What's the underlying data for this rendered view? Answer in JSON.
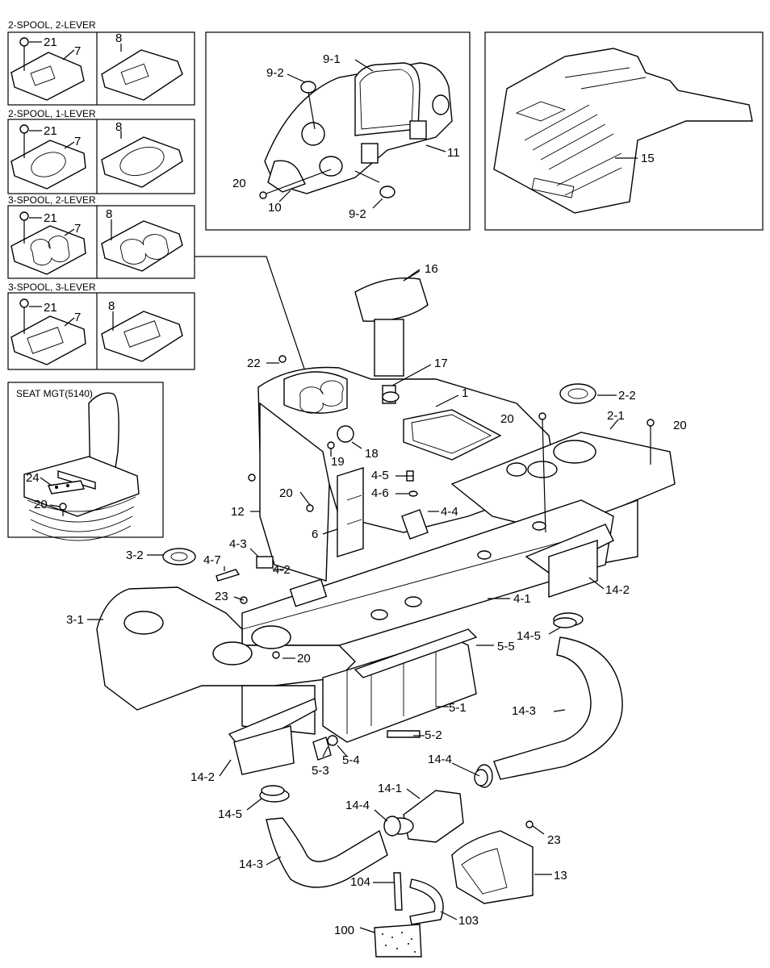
{
  "insets": {
    "spool_2_2": {
      "title": "2-SPOOL, 2-LEVER",
      "bolt": "21",
      "cover": "7",
      "gasket": "8"
    },
    "spool_2_1": {
      "title": "2-SPOOL, 1-LEVER",
      "bolt": "21",
      "cover": "7",
      "gasket": "8"
    },
    "spool_3_2": {
      "title": "3-SPOOL, 2-LEVER",
      "bolt": "21",
      "cover": "7",
      "gasket": "8"
    },
    "spool_3_3": {
      "title": "3-SPOOL, 3-LEVER",
      "bolt": "21",
      "cover": "7",
      "gasket": "8"
    },
    "seat": {
      "title": "SEAT MGT(5140)",
      "bracket": "24",
      "bolt": "20"
    }
  },
  "callouts": {
    "p9_1": "9-1",
    "p9_2a": "9-2",
    "p9_2b": "9-2",
    "p11": "11",
    "p20_dash": "20",
    "p10": "10",
    "p15": "15",
    "p16": "16",
    "p17": "17",
    "p22": "22",
    "p1": "1",
    "p2_2": "2-2",
    "p2_1": "2-1",
    "p20_r1": "20",
    "p20_r2": "20",
    "p18": "18",
    "p19": "19",
    "p4_5": "4-5",
    "p4_6": "4-6",
    "p4_4": "4-4",
    "p20_l": "20",
    "p12": "12",
    "p6": "6",
    "p4_3": "4-3",
    "p3_2": "3-2",
    "p4_7": "4-7",
    "p4_2": "4-2",
    "p14_2_r": "14-2",
    "p23_a": "23",
    "p4_1": "4-1",
    "p3_1": "3-1",
    "p14_5_r": "14-5",
    "p20_b": "20",
    "p5_5": "5-5",
    "p5_1": "5-1",
    "p14_3_r": "14-3",
    "p5_2": "5-2",
    "p5_4": "5-4",
    "p14_4_r": "14-4",
    "p14_2_l": "14-2",
    "p5_3": "5-3",
    "p14_1": "14-1",
    "p14_5_l": "14-5",
    "p14_4_l": "14-4",
    "p23_b": "23",
    "p14_3_l": "14-3",
    "p13": "13",
    "p104": "104",
    "p103": "103",
    "p100": "100"
  }
}
